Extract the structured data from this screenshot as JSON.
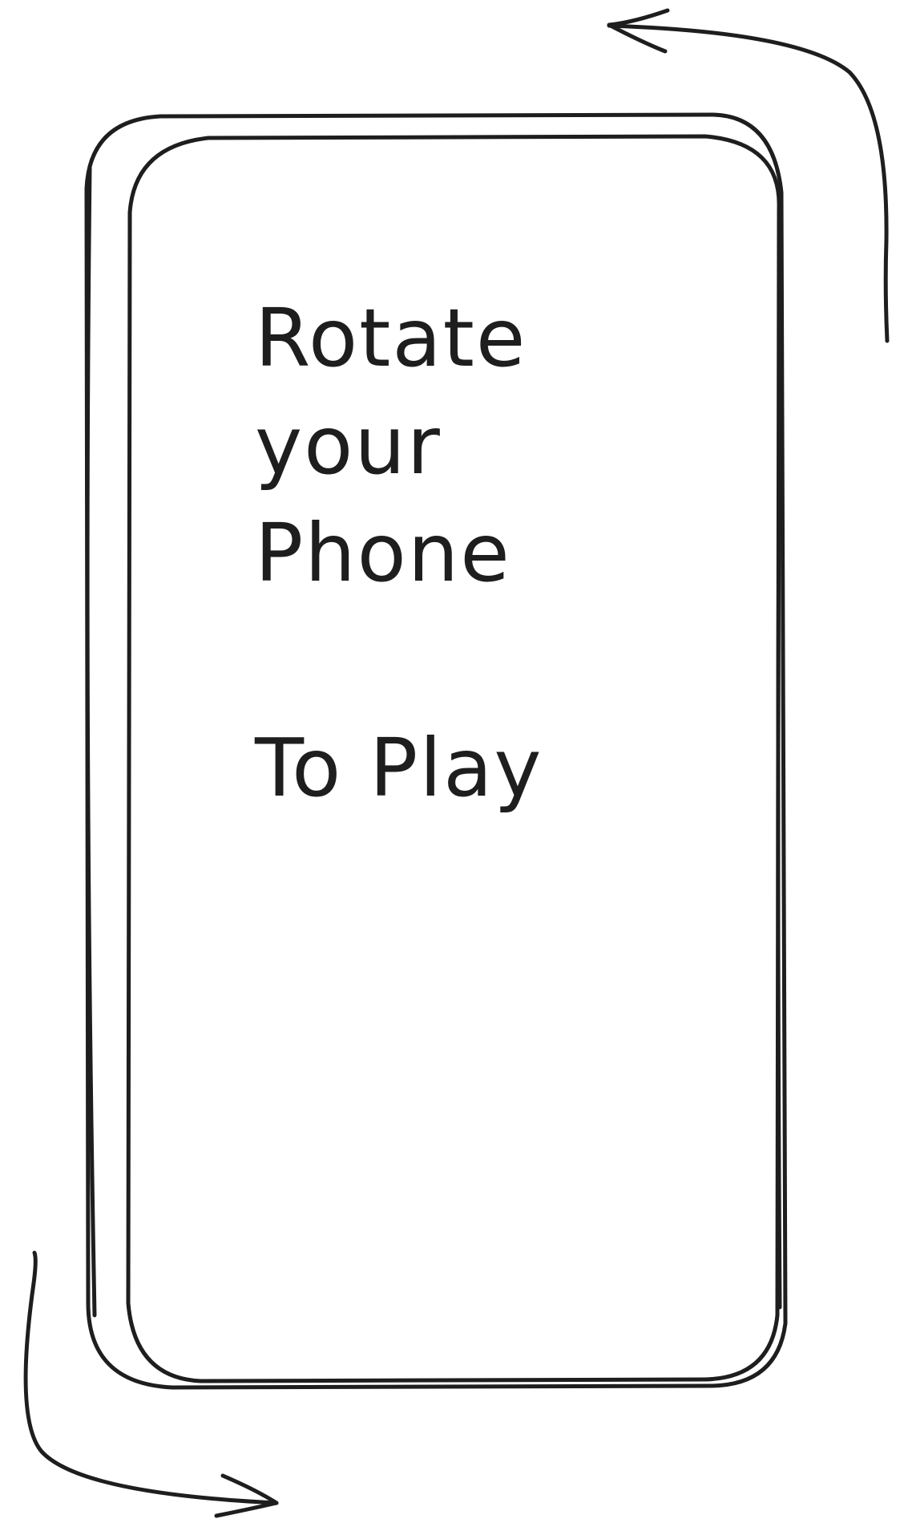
{
  "message": {
    "line1": "Rotate",
    "line2": "your",
    "line3": "Phone",
    "line4": "To Play"
  },
  "colors": {
    "ink": "#1e1e1e",
    "background": "#ffffff"
  },
  "icons": {
    "device": "phone-outline-icon",
    "rotate_top": "rotate-arrow-top-icon",
    "rotate_bottom": "rotate-arrow-bottom-icon"
  }
}
